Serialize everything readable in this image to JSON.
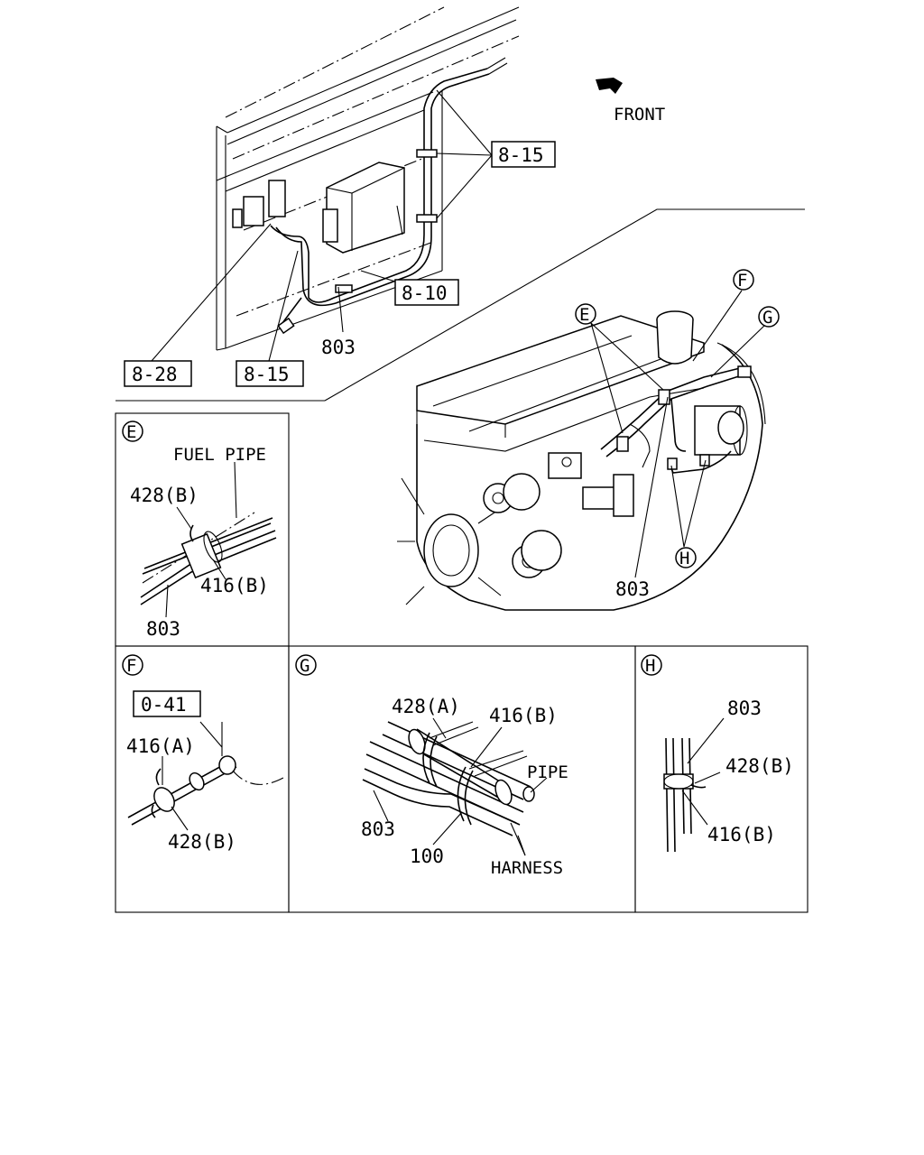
{
  "direction": {
    "label": "FRONT",
    "icon": "front-arrow-icon"
  },
  "overview": {
    "refs": {
      "ref_815_top": "8-15",
      "ref_810": "8-10",
      "ref_828": "8-28",
      "ref_815_bottom": "8-15"
    },
    "part_cab": "803",
    "part_engine": "803",
    "callouts": {
      "e": "E",
      "f": "F",
      "g": "G",
      "h": "H"
    }
  },
  "detail_e": {
    "marker": "E",
    "fuel_pipe": "FUEL PIPE",
    "clip": "428(B)",
    "band": "416(B)",
    "harness": "803"
  },
  "detail_f": {
    "marker": "F",
    "ref": "0-41",
    "band": "416(A)",
    "clip": "428(B)"
  },
  "detail_g": {
    "marker": "G",
    "clip": "428(A)",
    "band": "416(B)",
    "pipe": "PIPE",
    "harness_part": "803",
    "tie": "100",
    "harness": "HARNESS"
  },
  "detail_h": {
    "marker": "H",
    "harness": "803",
    "clip": "428(B)",
    "band": "416(B)"
  }
}
